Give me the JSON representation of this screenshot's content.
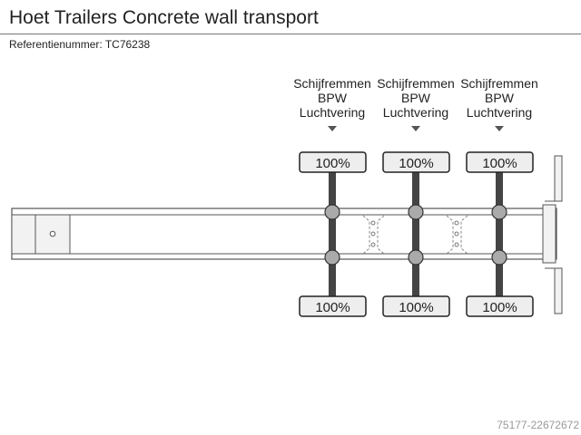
{
  "header": {
    "title": "Hoet Trailers Concrete wall transport",
    "reference": "Referentienummer: TC76238"
  },
  "axles": [
    {
      "label_lines": [
        "Schijfremmen",
        "BPW",
        "Luchtvering"
      ],
      "top_load": "100%",
      "bottom_load": "100%"
    },
    {
      "label_lines": [
        "Schijfremmen",
        "BPW",
        "Luchtvering"
      ],
      "top_load": "100%",
      "bottom_load": "100%"
    },
    {
      "label_lines": [
        "Schijfremmen",
        "BPW",
        "Luchtvering"
      ],
      "top_load": "100%",
      "bottom_load": "100%"
    }
  ],
  "footer": {
    "id": "75177-22672672"
  },
  "colors": {
    "frame_stroke": "#555555",
    "frame_fill": "#f2f2f2",
    "axle_bar": "#444444",
    "hub_fill": "#aaaaaa",
    "tire_fill": "#eeeeee",
    "marker": "#555555"
  }
}
